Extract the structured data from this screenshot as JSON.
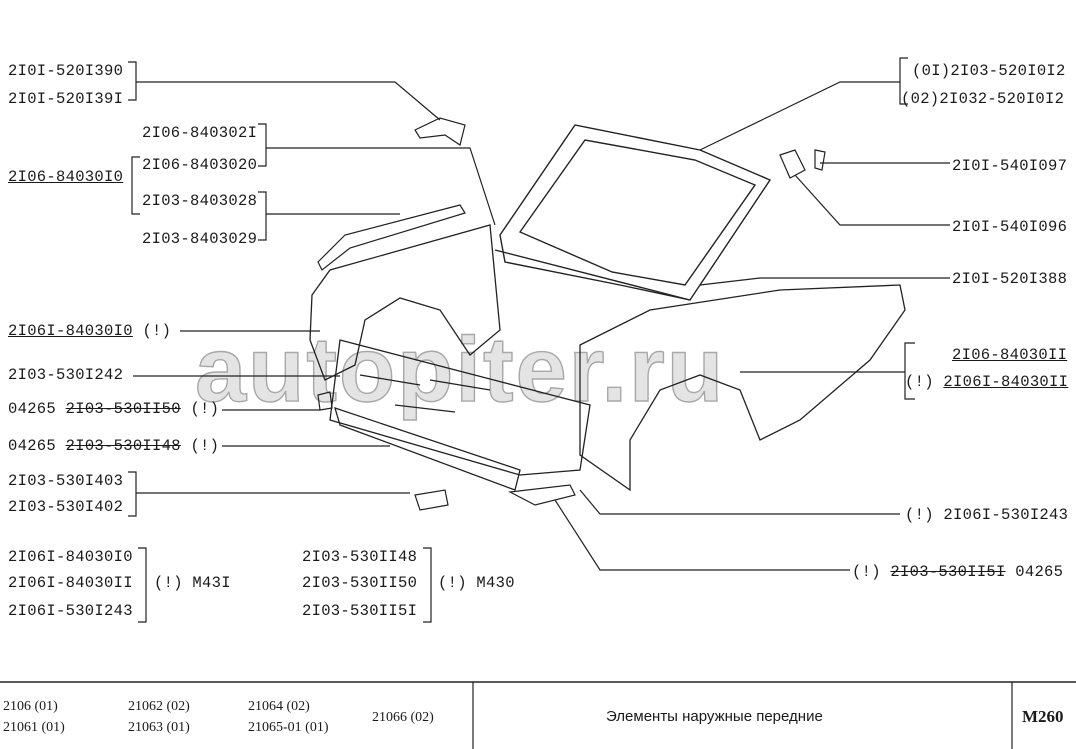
{
  "watermark": "autopiter.ru",
  "left_labels": {
    "l1": "2I0I-520I390",
    "l2": "2I0I-520I39I",
    "l3": "2I06-840302I",
    "l4": "2I06-8403020",
    "l5": "2I06-84030I0",
    "l6": "2I03-8403028",
    "l7": "2I03-8403029",
    "l8_code": "2I06I-84030I0",
    "l8_note": "(!)",
    "l9": "2I03-530I242",
    "l10_prefix": "04265",
    "l10_code": "2I03-530II50",
    "l10_note": "(!)",
    "l11_prefix": "04265",
    "l11_code": "2I03-530II48",
    "l11_note": "(!)",
    "l12": "2I03-530I403",
    "l13": "2I03-530I402"
  },
  "groups": {
    "m431": {
      "items": [
        "2I06I-84030I0",
        "2I06I-84030II",
        "2I06I-530I243"
      ],
      "note": "(!) M43I"
    },
    "m430": {
      "items": [
        "2I03-530II48",
        "2I03-530II50",
        "2I03-530II5I"
      ],
      "note": "(!) M430"
    }
  },
  "right_labels": {
    "r1": "(0I)2I03-520I0I2",
    "r2": "(02)2I032-520I0I2",
    "r3": "2I0I-540I097",
    "r4": "2I0I-540I096",
    "r5": "2I0I-520I388",
    "r6": "2I06-84030II",
    "r7_note": "(!)",
    "r7_code": "2I06I-84030II",
    "r8": "(!) 2I06I-530I243",
    "r9_note": "(!)",
    "r9_code": "2I03-530II5I",
    "r9_suffix": "04265"
  },
  "footer": {
    "models": [
      "2106 (01)",
      "21061 (01)",
      "21062 (02)",
      "21063 (01)",
      "21064 (02)",
      "21065-01 (01)",
      "21066 (02)"
    ],
    "title": "Элементы наружные передние",
    "page_code": "M260"
  }
}
